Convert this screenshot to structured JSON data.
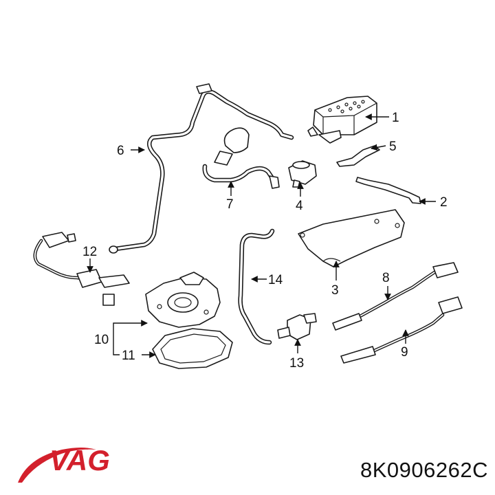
{
  "callouts": [
    "1",
    "2",
    "3",
    "4",
    "5",
    "6",
    "7",
    "8",
    "9",
    "10",
    "11",
    "12",
    "13",
    "14"
  ],
  "brand": {
    "name": "VAG",
    "color": "#d3202c"
  },
  "part_number": "8K0906262C"
}
